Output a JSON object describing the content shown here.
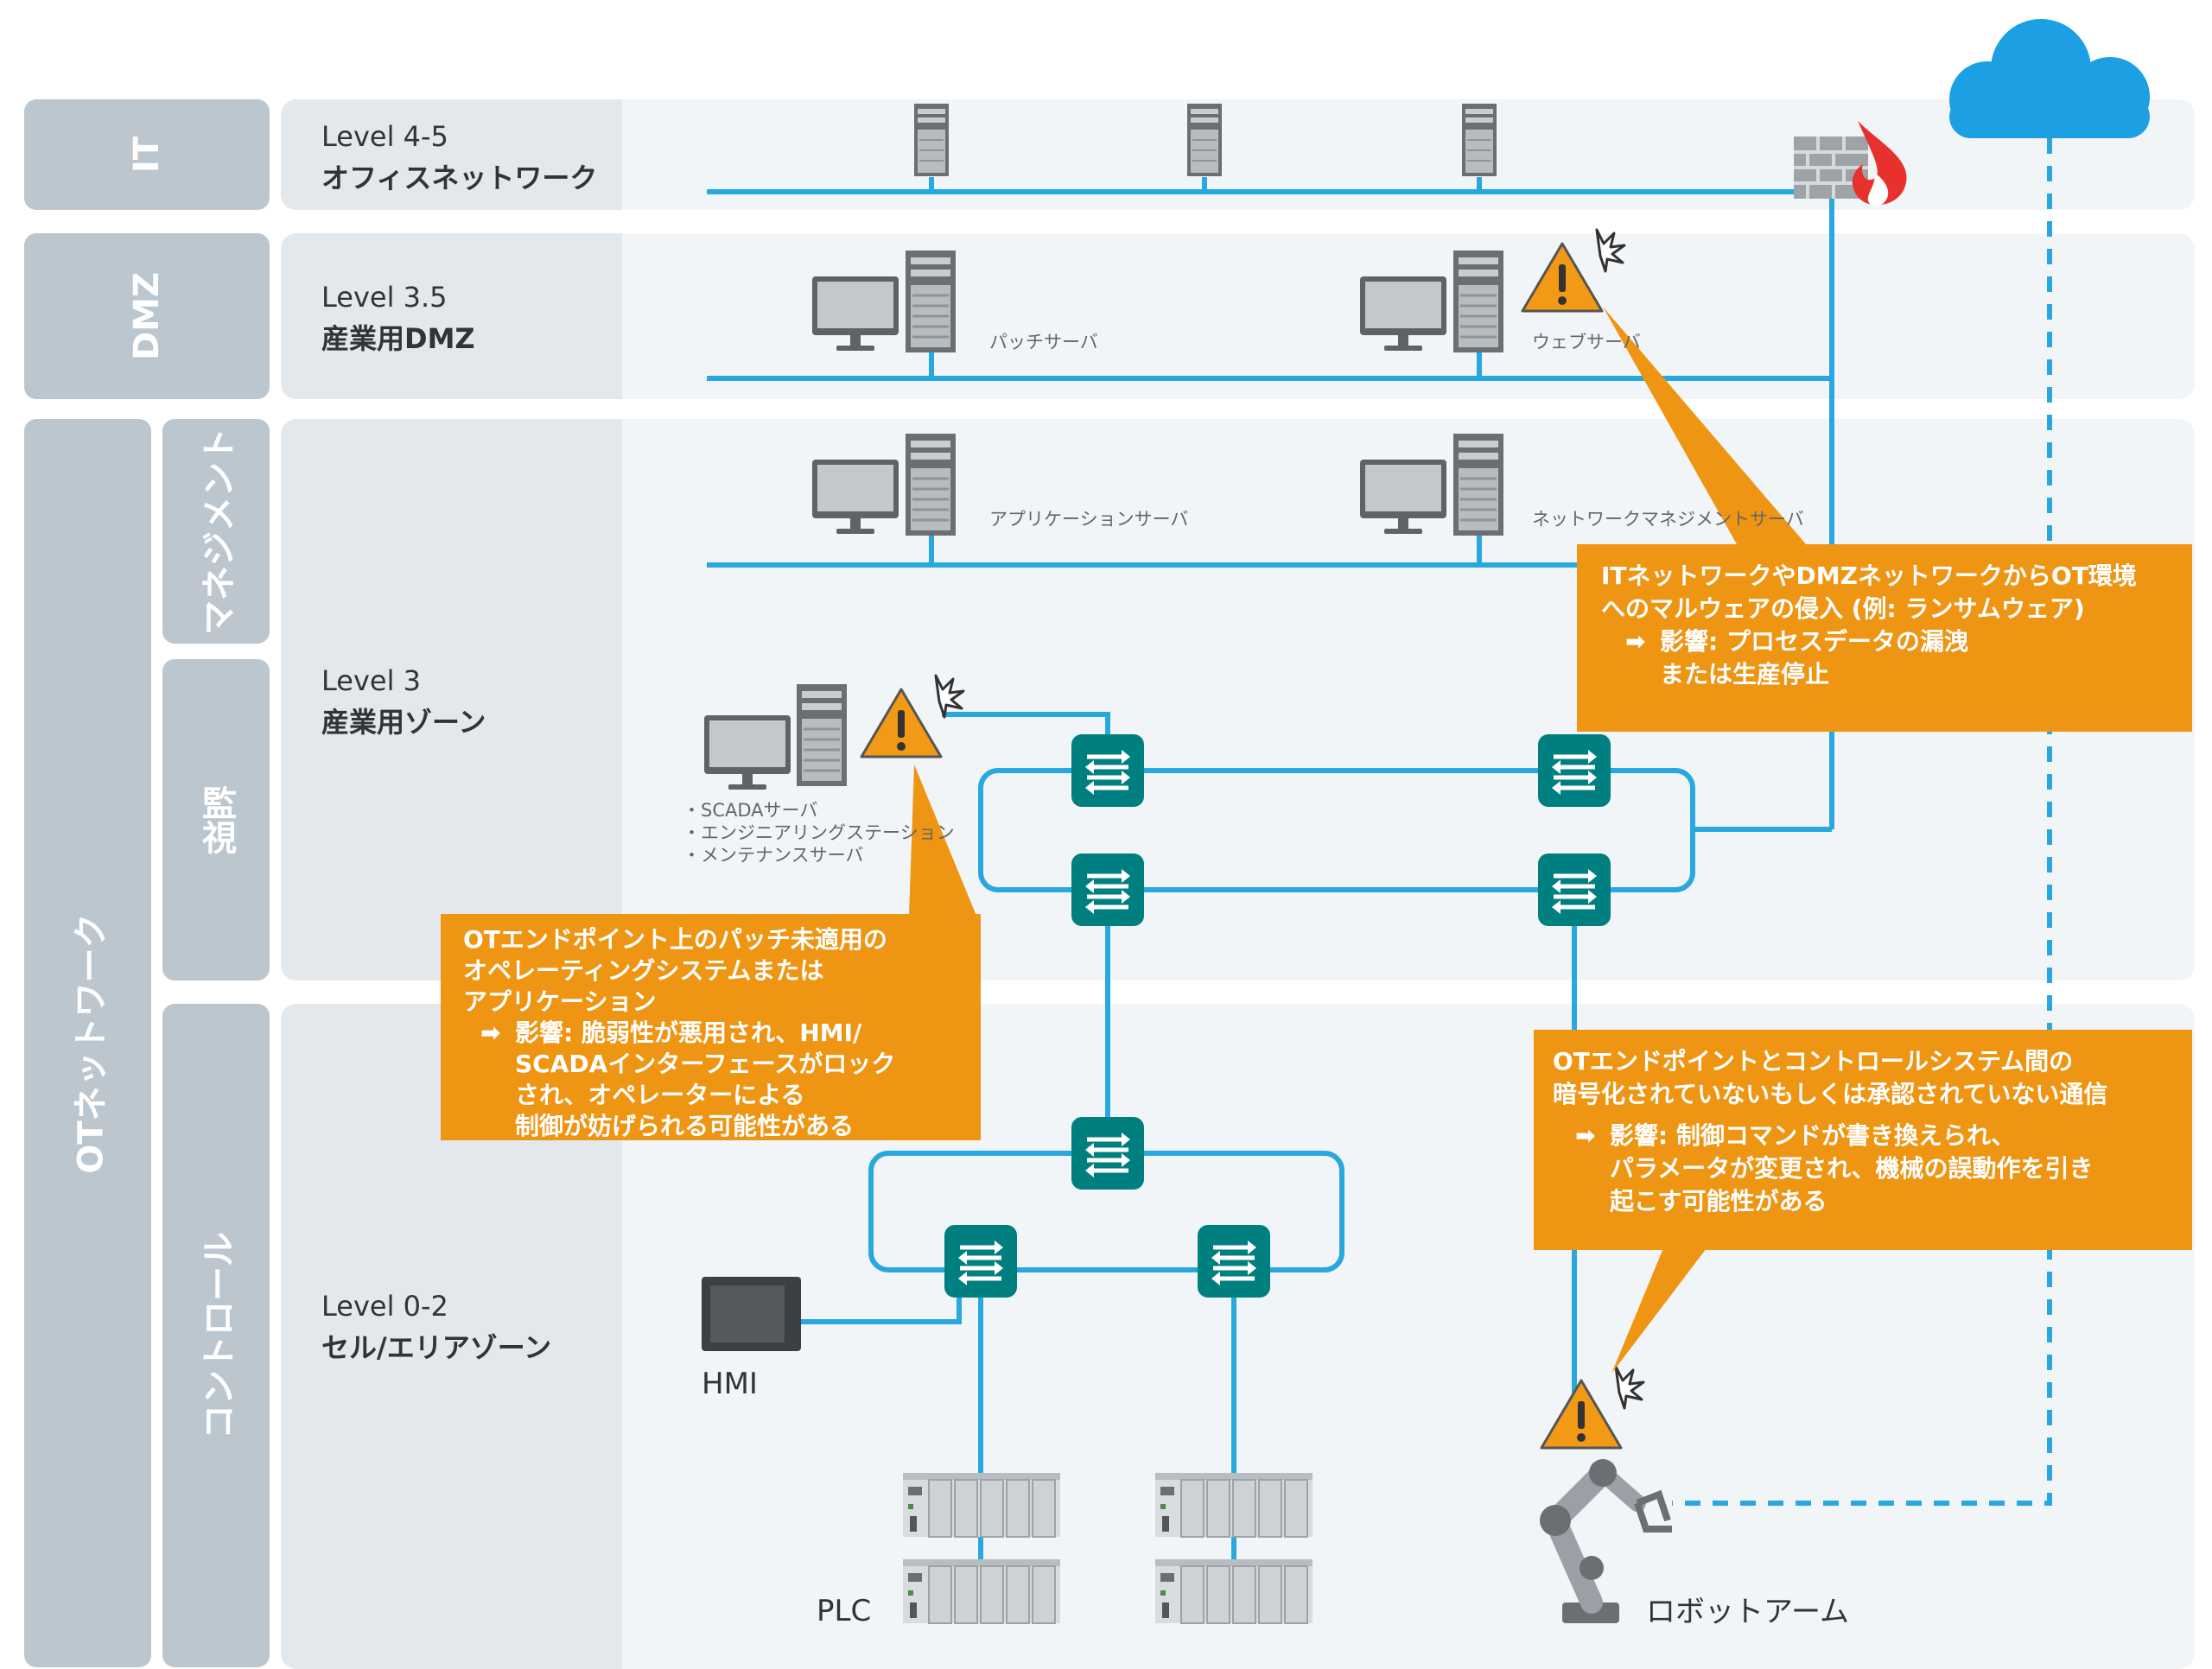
{
  "tabs": {
    "it": "IT",
    "dmz": "DMZ",
    "ot": "OTネットワーク",
    "management": "マネジメント",
    "monitoring": "監視",
    "control": "コントロール"
  },
  "levels": {
    "l45": {
      "line1": "Level 4-5",
      "line2": "オフィスネットワーク"
    },
    "l35": {
      "line1": "Level 3.5",
      "line2": "産業用DMZ"
    },
    "l3": {
      "line1": "Level 3",
      "line2": "産業用ゾーン"
    },
    "l02": {
      "line1": "Level 0-2",
      "line2": "セル/エリアゾーン"
    }
  },
  "devices": {
    "patch_server": "パッチサーバ",
    "web_server": "ウェブサーバ",
    "app_server": "アプリケーションサーバ",
    "nms_server": "ネットワークマネジメントサーバ",
    "scada_list": [
      "・SCADAサーバ",
      "・エンジニアリングステーション",
      "・メンテナンスサーバ"
    ],
    "hmi": "HMI",
    "plc": "PLC",
    "robot": "ロボットアーム"
  },
  "callouts": {
    "it_dmz": {
      "title": [
        "ITネットワークやDMZネットワークからOT環境",
        "へのマルウェアの侵入 (例: ランサムウェア)"
      ],
      "impact": [
        "影響: プロセスデータの漏洩",
        "または生産停止"
      ]
    },
    "endpoint": {
      "title": [
        "OTエンドポイント上のパッチ未適用の",
        "オペレーティングシステムまたは",
        "アプリケーション"
      ],
      "impact": [
        "影響: 脆弱性が悪用され、HMI/",
        "SCADAインターフェースがロック",
        "され、オペレーターによる",
        "制御が妨げられる可能性がある"
      ]
    },
    "comm": {
      "title": [
        "OTエンドポイントとコントロールシステム間の",
        "暗号化されていないもしくは承認されていない通信"
      ],
      "impact": [
        "影響: 制御コマンドが書き換えられ、",
        "パラメータが変更され、機械の誤動作を引き",
        "起こす可能性がある"
      ]
    }
  },
  "colors": {
    "line": "#29a8e0",
    "switch": "#007f80",
    "callout": "#ef9514",
    "tab": "#bcc6cf",
    "cloud": "#1ca0e3"
  }
}
